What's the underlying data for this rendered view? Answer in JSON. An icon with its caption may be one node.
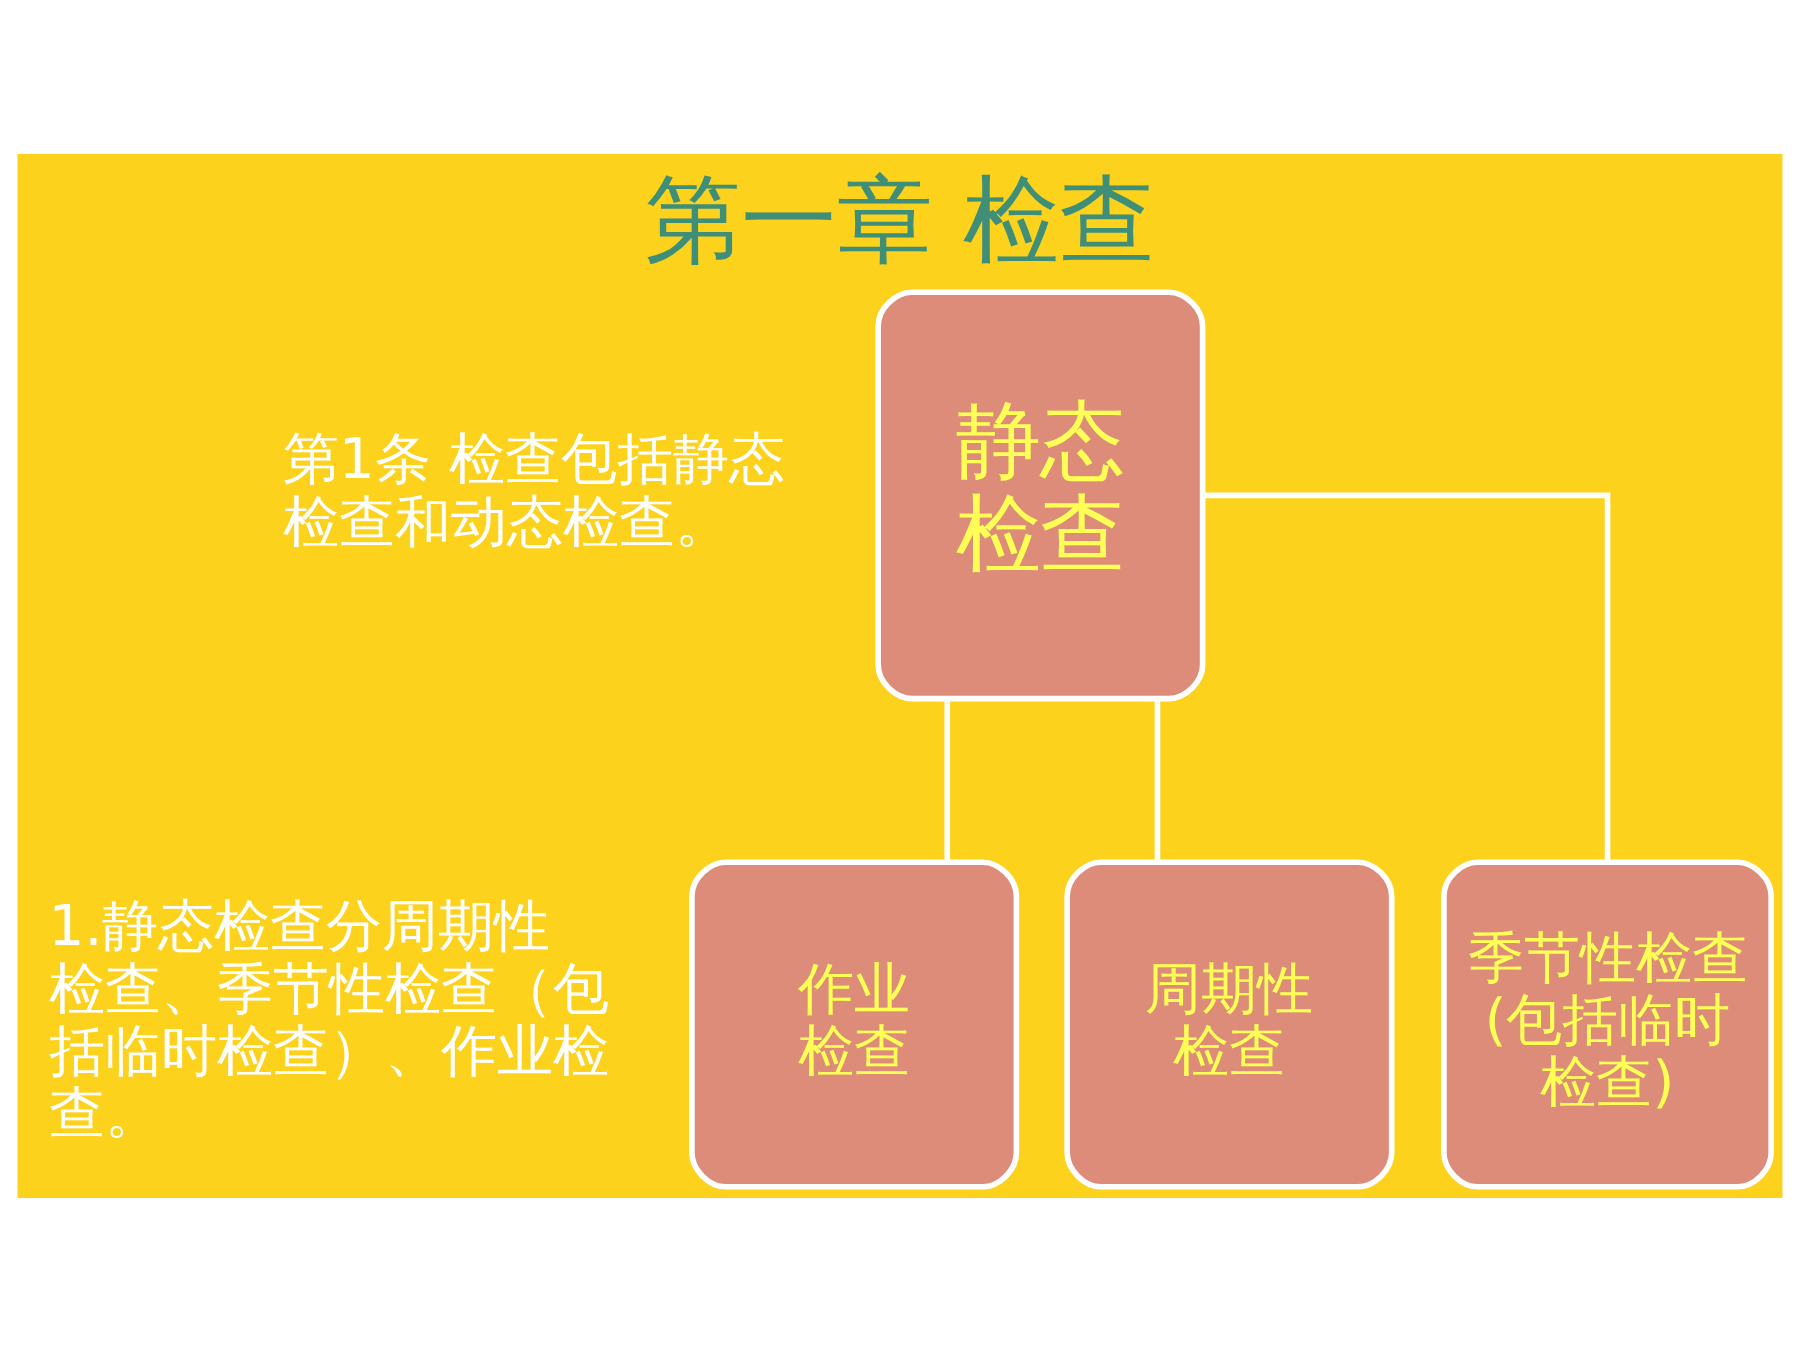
{
  "diagram": {
    "title": "第一章 检查",
    "nodes": [
      {
        "text": [
          "静态检查"
        ]
      },
      {
        "text": [
          "周期性检查"
        ]
      },
      {
        "text": [
          "季节性检查(包括临时检查)"
        ]
      },
      {
        "text": [
          "作业检查"
        ]
      }
    ],
    "edges": [
      {
        "from": 0,
        "to": 1,
        "arrow": "none"
      },
      {
        "from": 0,
        "to": 2,
        "arrow": "none"
      },
      {
        "from": 0,
        "to": 3,
        "arrow": "none"
      }
    ],
    "labels": [
      "第1条 检查包括静态检查和动态检查。",
      "1.静态检查分周期性检查、季节性检查（包括临时检查）、作业检查。"
    ]
  }
}
